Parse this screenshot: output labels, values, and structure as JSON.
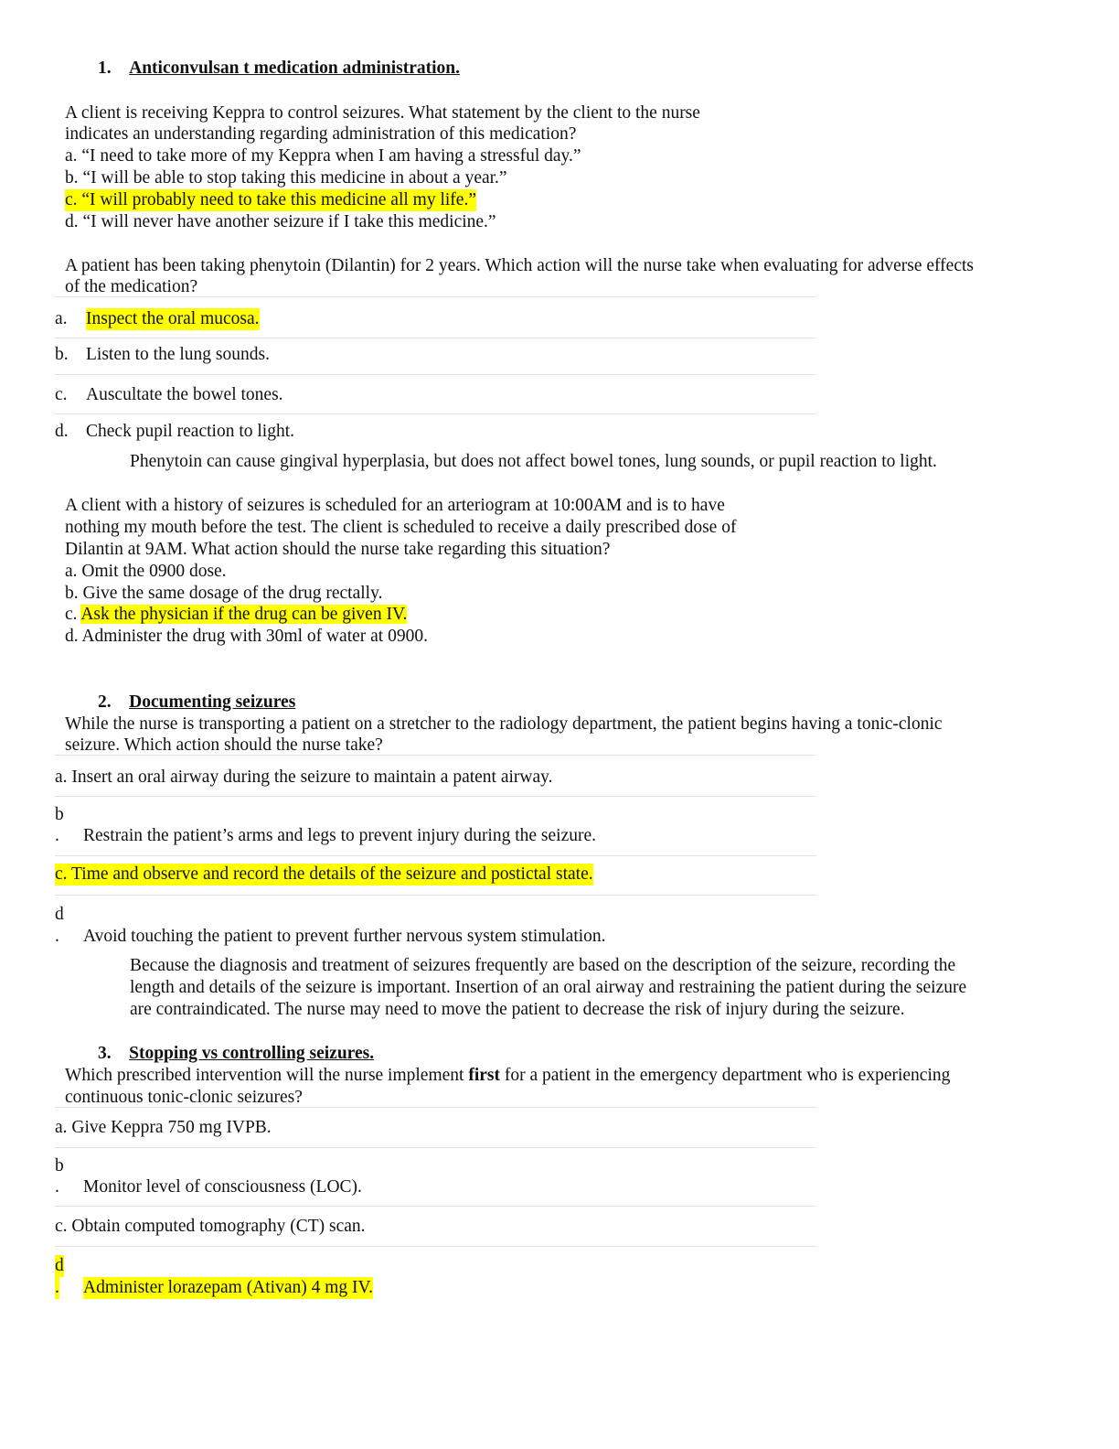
{
  "s1": {
    "num": "1.",
    "title": "Anticonvulsan t medication  administration.",
    "q1": {
      "stem1": "A client is receiving Keppra to control seizures. What statement by the client to the nurse",
      "stem2": "indicates an understanding regarding administration of this medication?",
      "a": "a. “I need to take more of my Keppra when I am having a stressful day.”",
      "b": "b. “I will be able to stop taking this medicine in about a year.”",
      "c": "c. “I will probably need to take this medicine all my life.”",
      "d": "d. “I will never have another seizure if I take this medicine.”"
    },
    "q2": {
      "stem1": "A patient has been taking phenytoin (Dilantin) for 2 years. Which action will the nurse take when evaluating for adverse effects",
      "stem2": "of the medication?",
      "a_letter": "a.",
      "a": "Inspect the oral mucosa.",
      "b_letter": "b.",
      "b": "Listen to the lung sounds.",
      "c_letter": "c.",
      "c": "Auscultate the bowel tones.",
      "d_letter": "d.",
      "d": "Check pupil reaction to light.",
      "rationale": "Phenytoin can cause gingival hyperplasia, but does not affect bowel tones, lung sounds, or pupil reaction to light."
    },
    "q3": {
      "stem1": "A client with a history of seizures is scheduled for an arteriogram at 10:00AM and is to have",
      "stem2": "nothing my mouth before the test. The client is scheduled to receive a daily prescribed dose of",
      "stem3": "Dilantin at 9AM. What action should the nurse take regarding this situation?",
      "a": "a. Omit the 0900 dose.",
      "b": "b. Give the same dosage of the drug rectally.",
      "c_prefix": "c. ",
      "c": "Ask the physician if the drug can be given IV.",
      "d": "d. Administer the drug with 30ml of water at 0900."
    }
  },
  "s2": {
    "num": "2.",
    "title": "Documenting seizures",
    "stem1": "While the nurse is transporting a patient on a stretcher to the radiology department, the patient begins having a tonic-clonic",
    "stem2": "seizure. Which action should the nurse take?",
    "a": "a.  Insert an oral airway during the seizure to maintain a patent airway.",
    "b_letter": "b",
    "b_dot": ".",
    "b": "Restrain the patient’s arms and legs to prevent injury during the seizure.",
    "c": "c.  Time and observe and record the details of the seizure and postictal state.",
    "d_letter": "d",
    "d_dot": ".",
    "d": "Avoid touching the patient to prevent further nervous system stimulation.",
    "rationale1": "Because the diagnosis and treatment of seizures frequently are based on the description of the seizure, recording the",
    "rationale2": "length and details of the seizure is important. Insertion of an oral airway and restraining the patient during the seizure",
    "rationale3": "are contraindicated. The nurse may need to move the patient to decrease the risk of injury during the seizure."
  },
  "s3": {
    "num": "3.",
    "title": "Stopping vs controlling seizures.",
    "stem1_pre": "Which prescribed intervention will the nurse implement ",
    "stem1_bold": "first",
    "stem1_post": " for a patient in the emergency department who is experiencing",
    "stem2": "continuous tonic-clonic seizures?",
    "a": "a.  Give Keppra 750 mg IVPB.",
    "b_letter": "b",
    "b_dot": ".",
    "b": "Monitor level of consciousness (LOC).",
    "c": "c.  Obtain computed tomography (CT) scan.",
    "d_letter": "d",
    "d_dot": ".",
    "d": "Administer lorazepam (Ativan) 4 mg IV."
  }
}
